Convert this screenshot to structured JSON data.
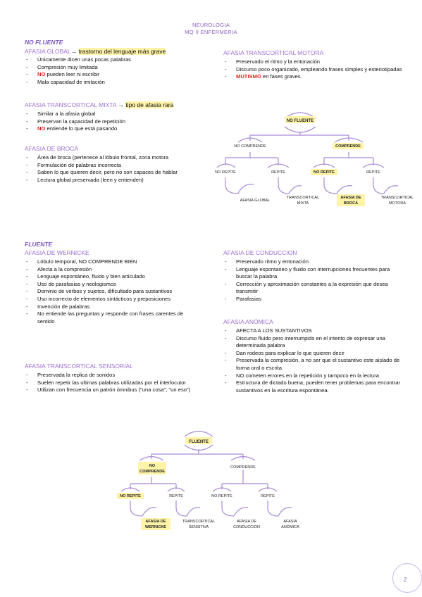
{
  "header": {
    "line1": "NEUROLOGIA",
    "line2": "MQ II ENFERMERIA"
  },
  "no_fluente": {
    "label": "NO FLUENTE",
    "global": {
      "title": "AFASIA GLOBAL",
      "arrow": "→",
      "note": "trastorno del lenguaje más grave",
      "items": [
        "Únicamente dicen unas pocas palabras",
        "Compresión muy limitada",
        "pueden leer ni escribir",
        "Mala capacidad de imitación"
      ],
      "no_word": "NO"
    },
    "mixta": {
      "title": "AFASIA TRANSCORTICAL MIXTA",
      "arrow": "→",
      "note": "tipo de afasia rara",
      "items": [
        "Similar a la afasia global",
        "Preservan la capacidad de repetición",
        "entiende lo que está pasando"
      ],
      "no_word": "NO"
    },
    "broca": {
      "title": "AFASIA DE BROCA",
      "items": [
        "Área de broca (pertenece al lóbulo frontal, zona motora",
        "Formulación de palabras incorrecta",
        "Saben lo que quieren decir, pero no son capaces de hablar",
        "Lectura global preservada (leen y entienden)"
      ]
    },
    "motora": {
      "title": "AFASIA TRANSCORTICAL MOTORA",
      "items": [
        "Preservado el ritmo y la entonación",
        "Discurso poco organizado, empleando frases simples y esteriotipadas",
        "en fases graves."
      ],
      "mutismo": "MUTISMO"
    },
    "tree": {
      "root": "NO FLUENTE",
      "l1a": "NO COMPRENDE",
      "l1b": "COMPRENDE",
      "l2a": "NO REPITE",
      "l2b": "REPITE",
      "l2c": "NO REPITE",
      "l2d": "REPITE",
      "l3a": "AFASIA GLOBAL",
      "l3b1": "TRANSCORTICAL",
      "l3b2": "MIXTA",
      "l3c1": "AFASIA DE",
      "l3c2": "BROCA",
      "l3d1": "TRANSCORTICAL",
      "l3d2": "MOTORA"
    }
  },
  "fluente": {
    "label": "FLUENTE",
    "wernicke": {
      "title": "AFASIA DE WERNICKE",
      "items": [
        "Lóbulo temporal, NO COMPRENDE BIEN",
        "Afecta a la compresión",
        "Lenguaje espontáneo, fluido y bien articulado",
        "Uso de parafasias y neologismos",
        "Dominio de verbos y sujetos, dificultado para sustantivos",
        "Uso incorrecto de elementos sintácticos y preposiciones",
        "Invención de palabras",
        "No entiende las preguntas y responde con frases carentes de sentido"
      ]
    },
    "sensorial": {
      "title": "AFASIA TRANSCORTICAL SENSORIAL",
      "items": [
        "Preservada la replica de sonidos",
        "Suelen repetir las ultimas palabras utilizadas por el interlocutor",
        "Utilizan con frecuencia un patrón ómnibus (\"una cosa\", \"un eso\")"
      ]
    },
    "conduccion": {
      "title": "AFASIA DE CONDUCCION",
      "items": [
        "Preservado ritmo y entonación",
        "Lenguaje espontaneo y fluido con interrupciones frecuentes para buscar la palabra",
        "Corrección y aproximación constantes a la expresión que desea transmitir",
        "Parafasias"
      ]
    },
    "anomica": {
      "title": "AFASIA ANÓMICA",
      "items": [
        "AFECTA A LOS SUSTANTIVOS",
        "Discurso fluido pero interrumpido en el intento de expresar una determinada palabra",
        "Dan rodeos para explicar lo que quieren decir",
        "Preservada la compresión, a no ser que el sustantivo este aislado de forma oral o escrita",
        "NO cometen errores en la repetición y tampoco en la lectura",
        "Estructura de dictado buena, pueden tener problemas para encontrar sustantivos en la escritura espontánea."
      ]
    },
    "tree": {
      "root": "FLUENTE",
      "l1a1": "NO",
      "l1a2": "COMPRENDE",
      "l1b": "COMPRENDE",
      "l2a": "NO REPITE",
      "l2b": "REPITE",
      "l2c": "NO REPITE",
      "l2d": "REPITE",
      "l3a1": "AFASIA DE",
      "l3a2": "WERNICKE",
      "l3b1": "TRANSCORTICAL",
      "l3b2": "SENSITIVA",
      "l3c1": "AFASIA DE",
      "l3c2": "CONDUCCIÓN",
      "l3d1": "AFASIA",
      "l3d2": "ANÓMICA"
    }
  },
  "page_number": "2",
  "colors": {
    "accent": "#9b6fd0",
    "highlight": "#fff3a8",
    "red": "#e0201b"
  }
}
